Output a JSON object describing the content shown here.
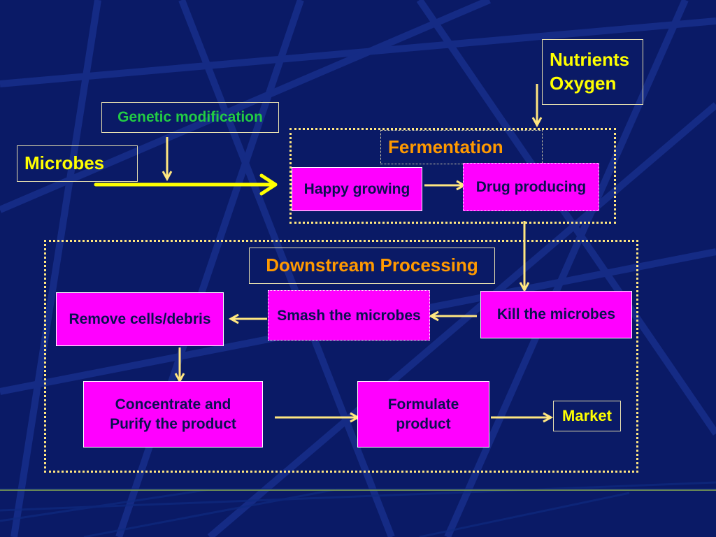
{
  "labels": {
    "microbes": "Microbes",
    "genetic_modification": "Genetic modification",
    "nutrients": "Nutrients",
    "oxygen": "Oxygen",
    "fermentation": "Fermentation",
    "downstream_processing": "Downstream Processing",
    "market": "Market"
  },
  "steps": {
    "happy_growing": "Happy growing",
    "drug_producing": "Drug producing",
    "kill_the_microbes": "Kill the microbes",
    "smash_the_microbes": "Smash the microbes",
    "remove_cells_debris": "Remove cells/debris",
    "concentrate_line1": "Concentrate and",
    "concentrate_line2": "Purify the product",
    "formulate_line1": "Formulate",
    "formulate_line2": "product"
  },
  "colors": {
    "background": "#0a1a66",
    "step_fill": "#ff00ff",
    "label_yellow": "#ffff00",
    "label_green": "#22cc44",
    "label_orange": "#ff9900",
    "arrow": "#ffe680",
    "main_arrow": "#ffff00"
  }
}
